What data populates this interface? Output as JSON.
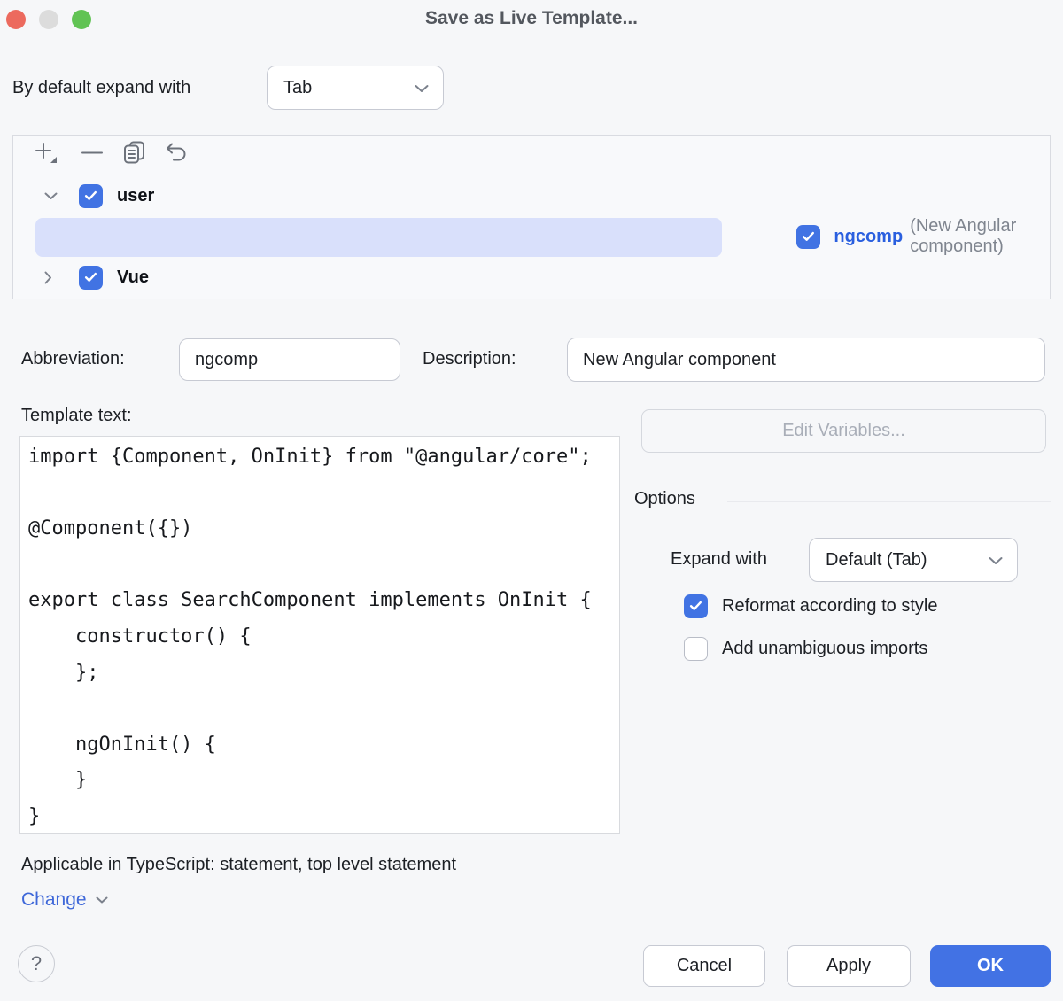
{
  "window": {
    "title": "Save as Live Template..."
  },
  "header": {
    "expand_label": "By default expand with",
    "expand_value": "Tab"
  },
  "toolbar": {
    "icons": [
      "add-icon",
      "remove-icon",
      "duplicate-icon",
      "revert-icon"
    ]
  },
  "tree": {
    "groups": [
      {
        "label": "user",
        "checked": true,
        "expanded": true
      },
      {
        "label": "Vue",
        "checked": true,
        "expanded": false
      }
    ],
    "selected": {
      "name": "ngcomp",
      "description": "(New Angular component)",
      "checked": true
    }
  },
  "fields": {
    "abbreviation_label": "Abbreviation:",
    "abbreviation_value": "ngcomp",
    "description_label": "Description:",
    "description_value": "New Angular component"
  },
  "template": {
    "label": "Template text:",
    "code": "import {Component, OnInit} from \"@angular/core\";\n\n@Component({})\n\nexport class SearchComponent implements OnInit {\n    constructor() {\n    };\n\n    ngOnInit() {\n    }\n}"
  },
  "actions": {
    "edit_variables_label": "Edit Variables..."
  },
  "options": {
    "header": "Options",
    "expand_with_label": "Expand with",
    "expand_with_value": "Default (Tab)",
    "reformat_label": "Reformat according to style",
    "reformat_checked": true,
    "imports_label": "Add unambiguous imports",
    "imports_checked": false
  },
  "context": {
    "applicable": "Applicable in TypeScript: statement, top level statement",
    "change_label": "Change"
  },
  "footer": {
    "help_label": "?",
    "cancel_label": "Cancel",
    "apply_label": "Apply",
    "ok_label": "OK"
  },
  "colors": {
    "accent": "#4173e3",
    "selection": "#d9e0fb",
    "template_name_blue": "#2a5fdf",
    "link_blue": "#3f68d9",
    "disabled_text": "#a9aeb8"
  }
}
